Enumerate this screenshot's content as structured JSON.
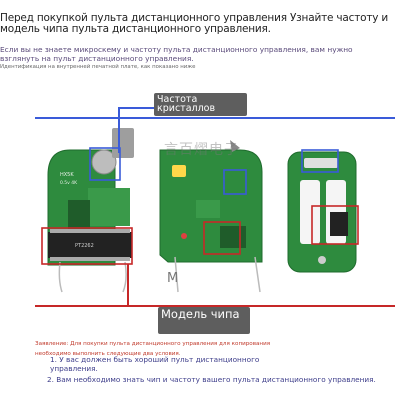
{
  "header": {
    "title": "Перед покупкой пульта дистанционного управления Узнайте частоту и модель чипа пульта дистанционного управления.",
    "subtitle": "Если вы не знаете микроскему и частоту пульта дистанционного управления, вам нужно взглянуть на пульт дистанционного управления.",
    "note": "Идентификация на внутренней печатной плате, как показано ниже"
  },
  "labels": {
    "frequency": "Частота кристаллов",
    "chip_model": "Модель чипа",
    "watermark": "言百熠电子",
    "mark": "M",
    "board_marking": "HX5K 0.5v 4K",
    "chip_marking": "PT2262"
  },
  "notice": {
    "line1": "Заявление: Для покупки пульта дистанционного управления для копирования",
    "line2": "необходимо выполнить следующие два условия.",
    "item1": "1. У вас должен быть хороший пульт дистанционного управления.",
    "item2": "2. Вам необходимо знать чип и частоту вашего пульта дистанционного управления."
  },
  "colors": {
    "highlight_red": "#c62828",
    "highlight_blue": "#3a5bd9",
    "pcb_green": "#2e8b3e",
    "label_gray": "#5e5e5e"
  }
}
